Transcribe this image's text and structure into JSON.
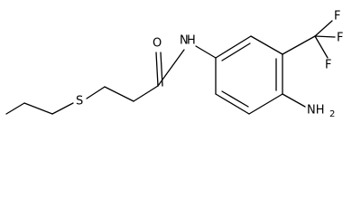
{
  "molecule": {
    "labels": {
      "oxygen": "O",
      "nitrogen_amide": "N",
      "hydrogen_amide": "H",
      "sulfur": "S",
      "fluorine_top": "F",
      "fluorine_right": "F",
      "fluorine_bottom": "F",
      "amino": "NH",
      "amino_subscript": "2"
    },
    "colors": {
      "line": "#000000",
      "background": "#ffffff"
    }
  }
}
